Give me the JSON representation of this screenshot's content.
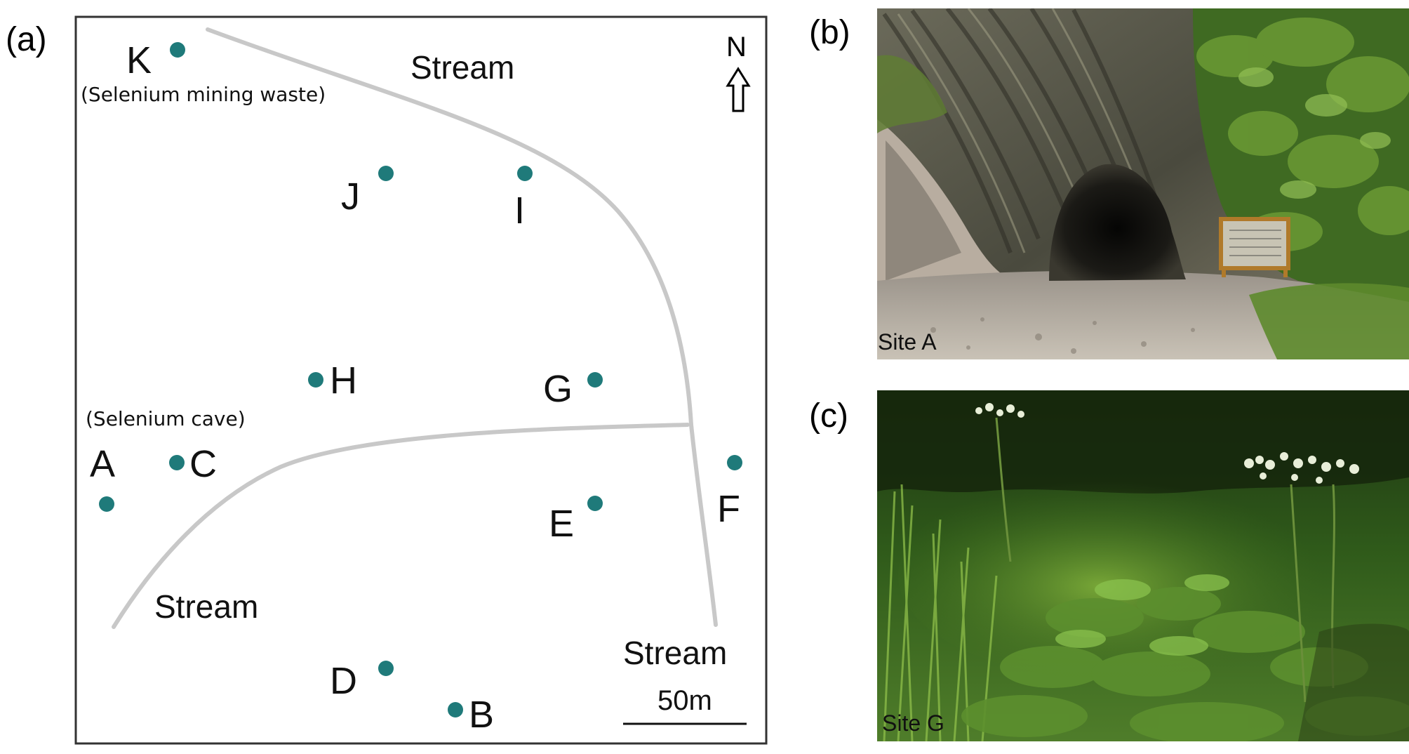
{
  "panels": {
    "a": "(a)",
    "b": "(b)",
    "c": "(c)"
  },
  "map": {
    "north": "N",
    "scale_label": "50m",
    "streams": [
      "Stream",
      "Stream",
      "Stream"
    ],
    "notes": {
      "mining_waste": "(Selenium mining waste)",
      "cave": "(Selenium cave)"
    },
    "sites": [
      "A",
      "B",
      "C",
      "D",
      "E",
      "F",
      "G",
      "H",
      "I",
      "J",
      "K"
    ],
    "site_color": "#1f7a7a",
    "stream_color": "#c8c8c8"
  },
  "photos": {
    "b_caption": "Site A",
    "c_caption": "Site G"
  }
}
